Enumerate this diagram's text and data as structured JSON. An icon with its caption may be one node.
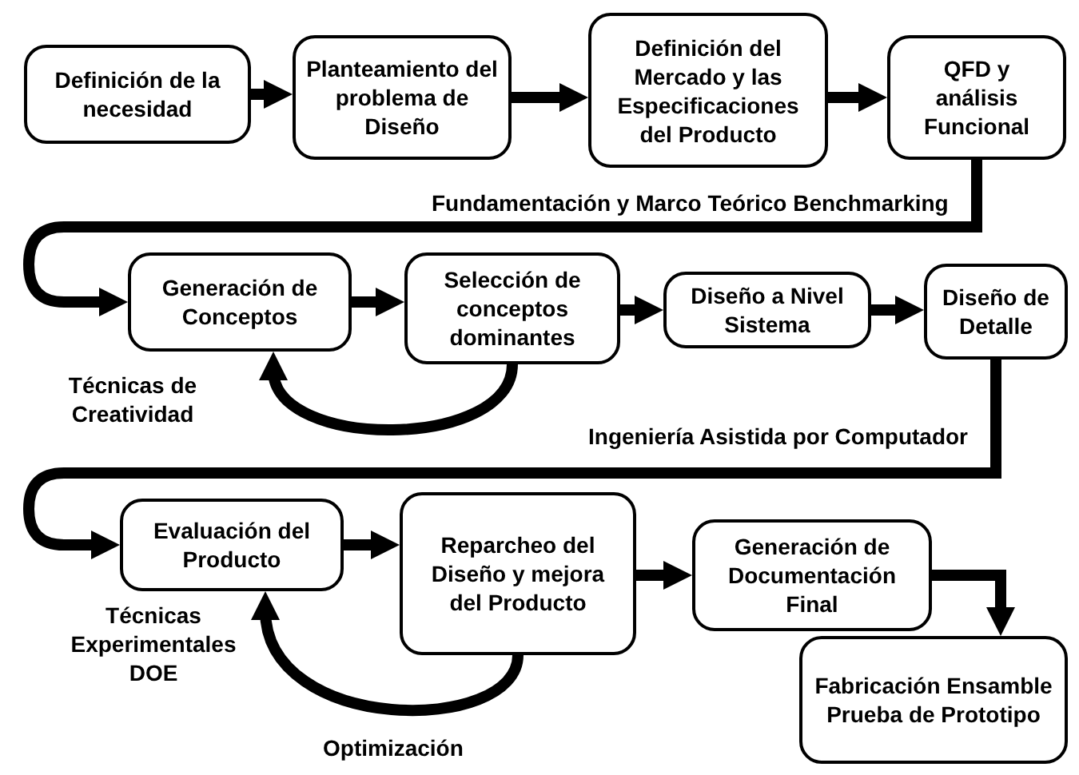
{
  "diagram": {
    "nodes": [
      {
        "text": [
          "Definición de la necesidad"
        ]
      },
      {
        "text": [
          "Planteamiento del problema de Diseño"
        ]
      },
      {
        "text": [
          "Definición del Mercado y las Especificaciones del Producto"
        ]
      },
      {
        "text": [
          "QFD y análisis Funcional"
        ]
      },
      {
        "text": [
          "Generación de Conceptos"
        ]
      },
      {
        "text": [
          "Selección de conceptos dominantes"
        ]
      },
      {
        "text": [
          "Diseño a Nivel Sistema"
        ]
      },
      {
        "text": [
          "Diseño de Detalle"
        ]
      },
      {
        "text": [
          "Evaluación del Producto"
        ]
      },
      {
        "text": [
          "Reparcheo del Diseño y mejora del Producto"
        ]
      },
      {
        "text": [
          "Generación de Documentación Final"
        ]
      },
      {
        "text": [
          "Fabricación Ensamble Prueba de Prototipo"
        ]
      }
    ],
    "edges": [
      {
        "from": 0,
        "to": 1,
        "arrow": "to"
      },
      {
        "from": 1,
        "to": 2,
        "arrow": "to"
      },
      {
        "from": 2,
        "to": 3,
        "arrow": "to"
      },
      {
        "from": 3,
        "to": 4,
        "arrow": "to"
      },
      {
        "from": 4,
        "to": 5,
        "arrow": "to"
      },
      {
        "from": 5,
        "to": 6,
        "arrow": "to"
      },
      {
        "from": 6,
        "to": 7,
        "arrow": "to"
      },
      {
        "from": 5,
        "to": 4,
        "arrow": "to"
      },
      {
        "from": 7,
        "to": 8,
        "arrow": "to"
      },
      {
        "from": 8,
        "to": 9,
        "arrow": "to"
      },
      {
        "from": 9,
        "to": 10,
        "arrow": "to"
      },
      {
        "from": 10,
        "to": 11,
        "arrow": "to"
      },
      {
        "from": 9,
        "to": 8,
        "label": "Optimización",
        "arrow": "to"
      }
    ],
    "labels": [
      "Fundamentación y Marco Teórico Benchmarking",
      "Técnicas de Creatividad",
      "Ingeniería Asistida por Computador",
      "Técnicas Experimentales DOE"
    ]
  }
}
